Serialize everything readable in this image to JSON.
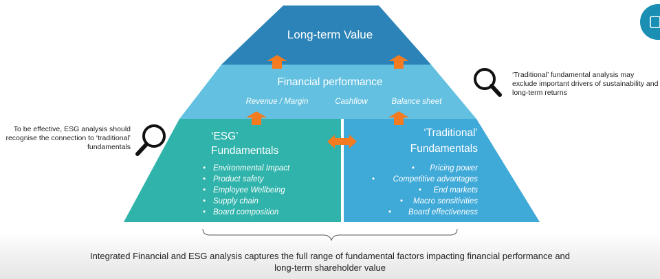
{
  "pyramid": {
    "top_label": "Long-term Value",
    "middle": {
      "title": "Financial performance",
      "items": [
        "Revenue / Margin",
        "Cashflow",
        "Balance sheet"
      ]
    },
    "left": {
      "title_line1": "‘ESG’",
      "title_line2": "Fundamentals",
      "bullets": [
        "Environmental Impact",
        "Product safety",
        "Employee Wellbeing",
        "Supply chain",
        "Board composition"
      ]
    },
    "right": {
      "title_line1": "‘Traditional’",
      "title_line2": "Fundamentals",
      "bullets": [
        "Pricing power",
        "Competitive advantages",
        "End markets",
        "Macro sensitivities",
        "Board effectiveness"
      ]
    }
  },
  "notes": {
    "left": "To be effective, ESG analysis should recognise the connection to ‘traditional’ fundamentals",
    "right": "‘Traditional’ fundamental analysis may exclude important drivers of sustainability and long-term returns"
  },
  "caption": "Integrated Financial and ESG analysis captures the full range of fundamental factors impacting financial performance and long-term shareholder value",
  "colors": {
    "top": "#2b83b8",
    "middle": "#63c0e0",
    "left": "#2fb3ab",
    "right": "#3fa9d8",
    "arrow": "#f47b20",
    "corner": "#1a8fb3"
  },
  "icons": [
    "magnifier-icon",
    "magnifier-icon",
    "corner-tab-icon"
  ]
}
